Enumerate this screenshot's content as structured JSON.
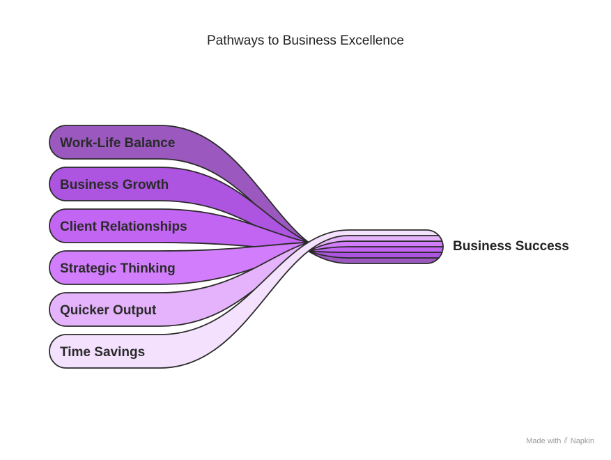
{
  "title": "Pathways to Business Excellence",
  "target": {
    "label": "Business Success"
  },
  "pathways": [
    {
      "label": "Work-Life Balance",
      "color": "#9b59c0"
    },
    {
      "label": "Business Growth",
      "color": "#ad55e0"
    },
    {
      "label": "Client Relationships",
      "color": "#c265f2"
    },
    {
      "label": "Strategic Thinking",
      "color": "#d27efc"
    },
    {
      "label": "Quicker Output",
      "color": "#e5b3fb"
    },
    {
      "label": "Time Savings",
      "color": "#f4e1fd"
    }
  ],
  "footer": {
    "made_with": "Made with",
    "brand": "Napkin",
    "brand_icon": "napkin-logo-icon"
  }
}
